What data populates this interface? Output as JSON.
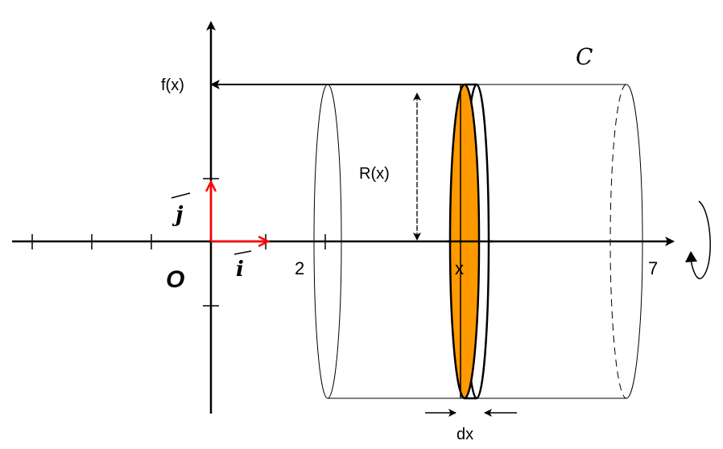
{
  "labels": {
    "fx": "f(x)",
    "rx": "R(x)",
    "i_vec": "i",
    "j_vec": "j",
    "origin": "O",
    "two": "2",
    "x": "x",
    "seven": "7",
    "curve": "C",
    "dx": "dx"
  },
  "colors": {
    "axis": "#000000",
    "unit_vectors": "#ff0000",
    "slice_fill": "#ff9900"
  }
}
